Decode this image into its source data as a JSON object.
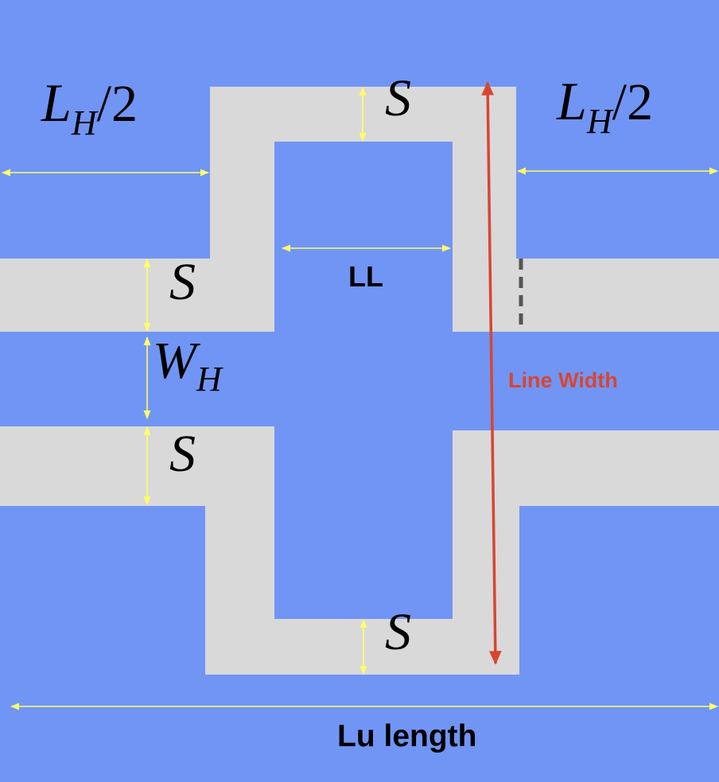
{
  "colors": {
    "background": "#7195f5",
    "conductor": "#d9d9d9",
    "dimension_arrow": "#ffff66",
    "line_width_arrow": "#d94530",
    "line_width_text": "#d94530",
    "text": "#000000"
  },
  "labels": {
    "lh_half_left": {
      "main": "L",
      "sub": "H",
      "suffix": "/2"
    },
    "lh_half_right": {
      "main": "L",
      "sub": "H",
      "suffix": "/2"
    },
    "s_top": "S",
    "s_left_upper": "S",
    "s_left_lower": "S",
    "s_bottom": "S",
    "wh": {
      "main": "W",
      "sub": "H"
    },
    "ll": "LL",
    "line_width": "Line Width",
    "lu_length": "Lu length"
  }
}
